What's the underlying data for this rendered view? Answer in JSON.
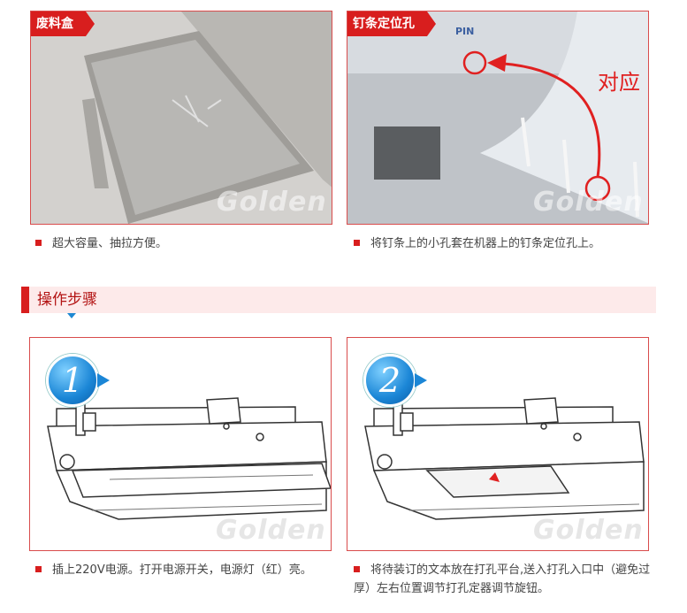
{
  "panels": {
    "waste_box": {
      "tag": "废料盒",
      "watermark": "Golden",
      "caption": "超大容量、抽拉方便。"
    },
    "pin_hole": {
      "tag": "钉条定位孔",
      "watermark": "Golden",
      "annotation": "对应",
      "label_pin": "PIN",
      "caption": "将钉条上的小孔套在机器上的钉条定位孔上。"
    }
  },
  "section": {
    "title": "操作步骤"
  },
  "steps": [
    {
      "number": "1",
      "watermark": "Golden",
      "caption": "插上220V电源。打开电源开关，电源灯（红）亮。"
    },
    {
      "number": "2",
      "watermark": "Golden",
      "caption": "将待装订的文本放在打孔平台,送入打孔入口中（避免过厚）左右位置调节打孔定器调节旋钮。"
    }
  ],
  "colors": {
    "accent": "#d81e1e",
    "badge": "#1b86d6",
    "section_bg": "#fdeaea"
  }
}
